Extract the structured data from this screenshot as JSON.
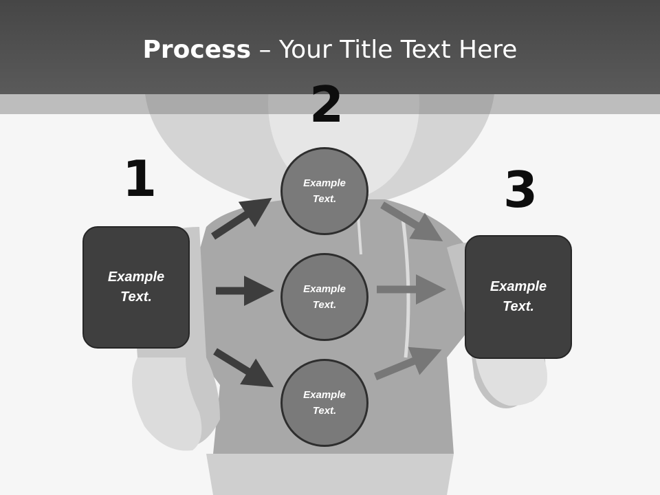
{
  "title": {
    "bold": "Process",
    "rest": " – Your Title Text Here"
  },
  "numbers": {
    "n1": "1",
    "n2": "2",
    "n3": "3"
  },
  "left_box": {
    "text": "Example Text."
  },
  "right_box": {
    "text": "Example Text."
  },
  "circles": [
    {
      "text": "Example Text."
    },
    {
      "text": "Example Text."
    },
    {
      "text": "Example Text."
    }
  ],
  "colors": {
    "title_bar": "#4f4f4f",
    "box": "#3f3f3f",
    "circle": "#7a7a7a",
    "arrow_dark": "#3d3d3d",
    "arrow_light": "#777777"
  }
}
